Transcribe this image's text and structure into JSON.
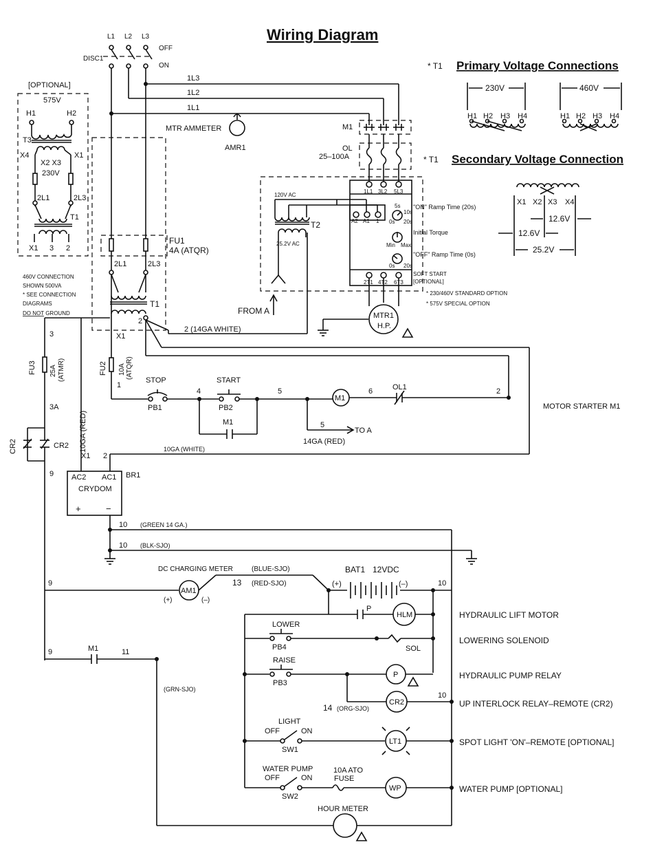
{
  "title": "Wiring Diagram",
  "labels": {
    "l1": "L1",
    "l2": "L2",
    "l3": "L3",
    "disc1": "DISC1",
    "off": "OFF",
    "on": "ON",
    "line_1l3": "1L3",
    "line_1l2": "1L2",
    "line_1l1": "1L1",
    "mtr_ammeter": "MTR AMMETER",
    "amr1": "AMR1",
    "m1_contact": "M1",
    "ol": "OL",
    "ol_range": "25–100A",
    "optional": "[OPTIONAL]",
    "v575": "575V",
    "h1": "H1",
    "h2": "H2",
    "t3": "T3",
    "x4": "X4",
    "x1": "X1",
    "x2x3": "X2 X3",
    "v230": "230V",
    "left_2l1": "2L1",
    "left_2l3": "2L3",
    "left_t1": "T1",
    "x1b": "X1",
    "n3": "3",
    "n2": "2",
    "fu1": "FU1",
    "fu1_rating": "4A (ATQR)",
    "fu_2l1": "2L1",
    "fu_2l3": "2L3",
    "t1_label": "T1",
    "note_460v_1": "460V CONNECTION",
    "note_460v_2": "SHOWN 500VA",
    "note_see_1": "* SEE CONNECTION",
    "note_see_2": "DIAGRAMS",
    "note_do_not": "DO NOT",
    "note_ground": " GROUND",
    "x1_sec": "X1",
    "n2_sec": "2",
    "wire_2_14ga": "2 (14GA WHITE)",
    "n3_left": "3",
    "fu3": "FU3",
    "fu3_rating": "25A",
    "fu3_type": "(ATMR)",
    "fu2": "FU2",
    "fu2_rating": "10A",
    "fu2_type": "(ATQR)",
    "n1": "1",
    "n3a": "3A",
    "cr2_a": "CR2",
    "cr2_b": "CR2",
    "ga10_red": "10GA (RED)",
    "stop": "STOP",
    "pb1": "PB1",
    "start": "START",
    "pb2": "PB2",
    "n4": "4",
    "n5": "5",
    "n6": "6",
    "n2b": "2",
    "m1_coil": "M1",
    "ol1": "OL1",
    "m1_aux": "M1",
    "n5b": "5",
    "to_a": "TO A",
    "ga14_red": "14GA (RED)",
    "motor_starter": "MOTOR STARTER M1",
    "x1_br": "X1",
    "n2_br": "2",
    "ga10_white": "10GA (WHITE)",
    "br1": "BR1",
    "ac2": "AC2",
    "ac1": "AC1",
    "crydom": "CRYDOM",
    "plus": "+",
    "minus": "−",
    "n9": "9",
    "n10a": "10",
    "green14": "(GREEN 14 GA.)",
    "n10b": "10",
    "blk_sjo": "(BLK-SJO)",
    "dc_charging": "DC CHARGING METER",
    "blue_sjo": "(BLUE-SJO)",
    "n9b": "9",
    "am1": "AM1",
    "am1_plus": "(+)",
    "am1_minus": "(–)",
    "n13": "13",
    "red_sjo": "(RED-SJO)",
    "bat1": "BAT1",
    "bat_v": "12VDC",
    "bat_plus": "(+)",
    "bat_minus": "(–)",
    "n10c": "10",
    "p_contact": "P",
    "hlm": "HLM",
    "lower": "LOWER",
    "pb4": "PB4",
    "sol": "SOL",
    "raise": "RAISE",
    "pb3": "PB3",
    "p_relay": "P",
    "n14": "14",
    "org_sjo": "(ORG-SJO)",
    "cr2_coil": "CR2",
    "n10d": "10",
    "n9c": "9",
    "m1_b": "M1",
    "n11": "11",
    "grn_sjo": "(GRN-SJO)",
    "light": "LIGHT",
    "light_off": "OFF",
    "light_on": "ON",
    "sw1": "SW1",
    "lt1": "LT1",
    "water_pump": "WATER PUMP",
    "wp_off": "OFF",
    "wp_on": "ON",
    "sw2": "SW2",
    "fuse_10a": "10A ATO",
    "fuse_word": "FUSE",
    "wp": "WP",
    "hour_meter": "HOUR METER",
    "t2": "T2",
    "v120ac": "120V AC",
    "v252ac": "25.2V AC",
    "a2": "A2",
    "a1": "A1",
    "one": "1",
    "on_ramp": "\"ON\" Ramp Time (20s)",
    "initial_torque": "Initial Torque",
    "off_ramp": "\"OFF\" Ramp Time (0s)",
    "min": "Min",
    "max": "Max",
    "dial_5s": "5s",
    "dial_0s": "0s",
    "dial_10s": "10s",
    "dial_20s": "20s",
    "dial2_0s": "0s",
    "dial2_20s": "20s",
    "ss_1l1": "1L1",
    "ss_3l2": "3L2",
    "ss_5l3": "5L3",
    "ss_2t1": "2T1",
    "ss_4t2": "4T2",
    "ss_6t3": "6T3",
    "soft_start": "SOFT START",
    "soft_opt": "[OPTIONAL]",
    "std_option": "* 230/460V STANDARD OPTION",
    "spec_option": "* 575V SPECIAL OPTION",
    "from_a": "FROM A",
    "mtr1": "MTR1",
    "hp": "H.P."
  },
  "primary": {
    "star": "* T1",
    "title": "Primary Voltage Connections",
    "v230": "230V",
    "v460": "460V",
    "terminals": [
      "H1",
      "H2",
      "H3",
      "H4"
    ]
  },
  "secondary": {
    "star": "* T1",
    "title": "Secondary Voltage Connection",
    "terminals": [
      "X1",
      "X2",
      "X3",
      "X4"
    ],
    "v126a": "12.6V",
    "v126b": "12.6V",
    "v252": "25.2V"
  },
  "loads": {
    "hlm": "HYDRAULIC LIFT MOTOR",
    "lower": "LOWERING SOLENOID",
    "pump": "HYDRAULIC PUMP RELAY",
    "cr2": "UP INTERLOCK RELAY–REMOTE (CR2)",
    "light": "SPOT LIGHT 'ON'–REMOTE [OPTIONAL]",
    "wp": "WATER PUMP [OPTIONAL]"
  }
}
